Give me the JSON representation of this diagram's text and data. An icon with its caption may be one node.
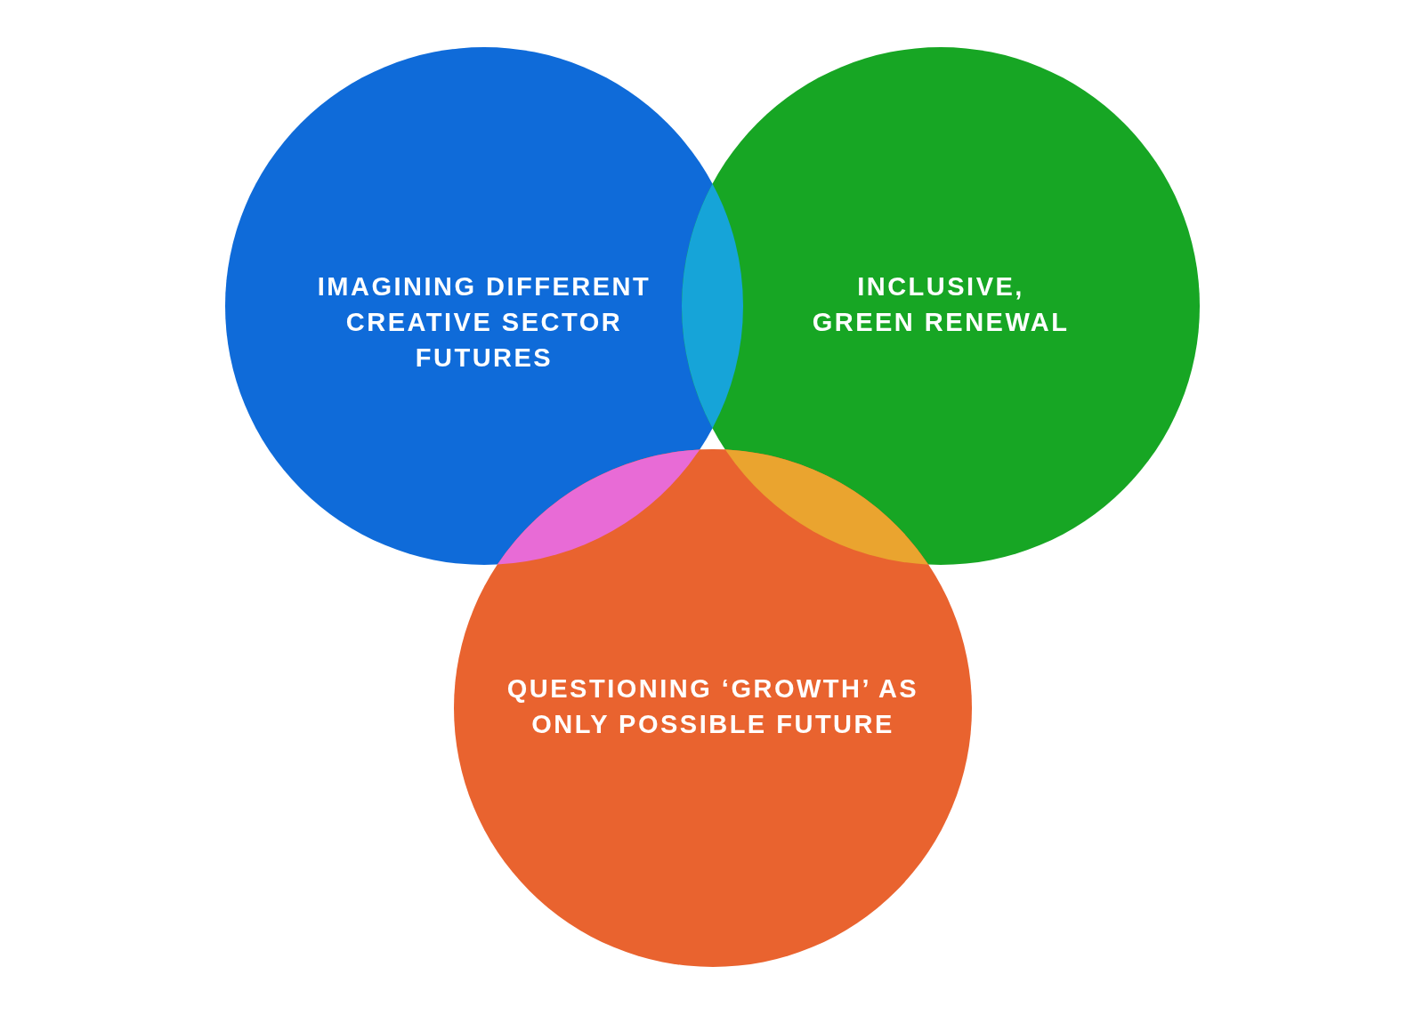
{
  "diagram": {
    "nodes": [
      {
        "text": [
          "IMAGINING DIFFERENT CREATIVE SECTOR FUTURES"
        ]
      },
      {
        "text": [
          "INCLUSIVE, GREEN RENEWAL"
        ]
      },
      {
        "text": [
          "QUESTIONING ‘GROWTH’ AS ONLY POSSIBLE FUTURE"
        ]
      }
    ]
  }
}
